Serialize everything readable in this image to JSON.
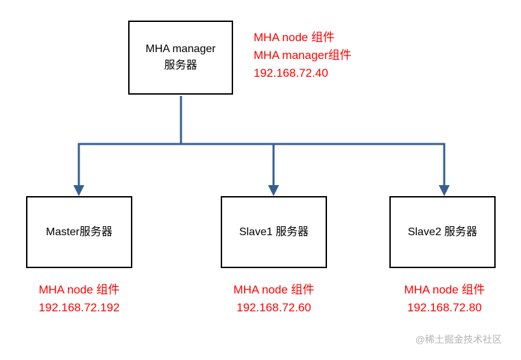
{
  "diagram": {
    "manager": {
      "label_line1": "MHA manager",
      "label_line2": "服务器",
      "annotation": {
        "line1": "MHA node 组件",
        "line2": "MHA manager组件",
        "line3": "192.168.72.40"
      }
    },
    "nodes": [
      {
        "label": "Master服务器",
        "annotation_line1": "MHA node 组件",
        "annotation_line2": "192.168.72.192"
      },
      {
        "label": "Slave1 服务器",
        "annotation_line1": "MHA node 组件",
        "annotation_line2": "192.168.72.60"
      },
      {
        "label": "Slave2 服务器",
        "annotation_line1": "MHA node 组件",
        "annotation_line2": "192.168.72.80"
      }
    ]
  },
  "watermark": "@稀土掘金技术社区",
  "colors": {
    "annotation_red": "#FF0000",
    "connector_blue": "#365F91",
    "box_border": "#000000",
    "watermark_gray": "#B3B3B3"
  }
}
